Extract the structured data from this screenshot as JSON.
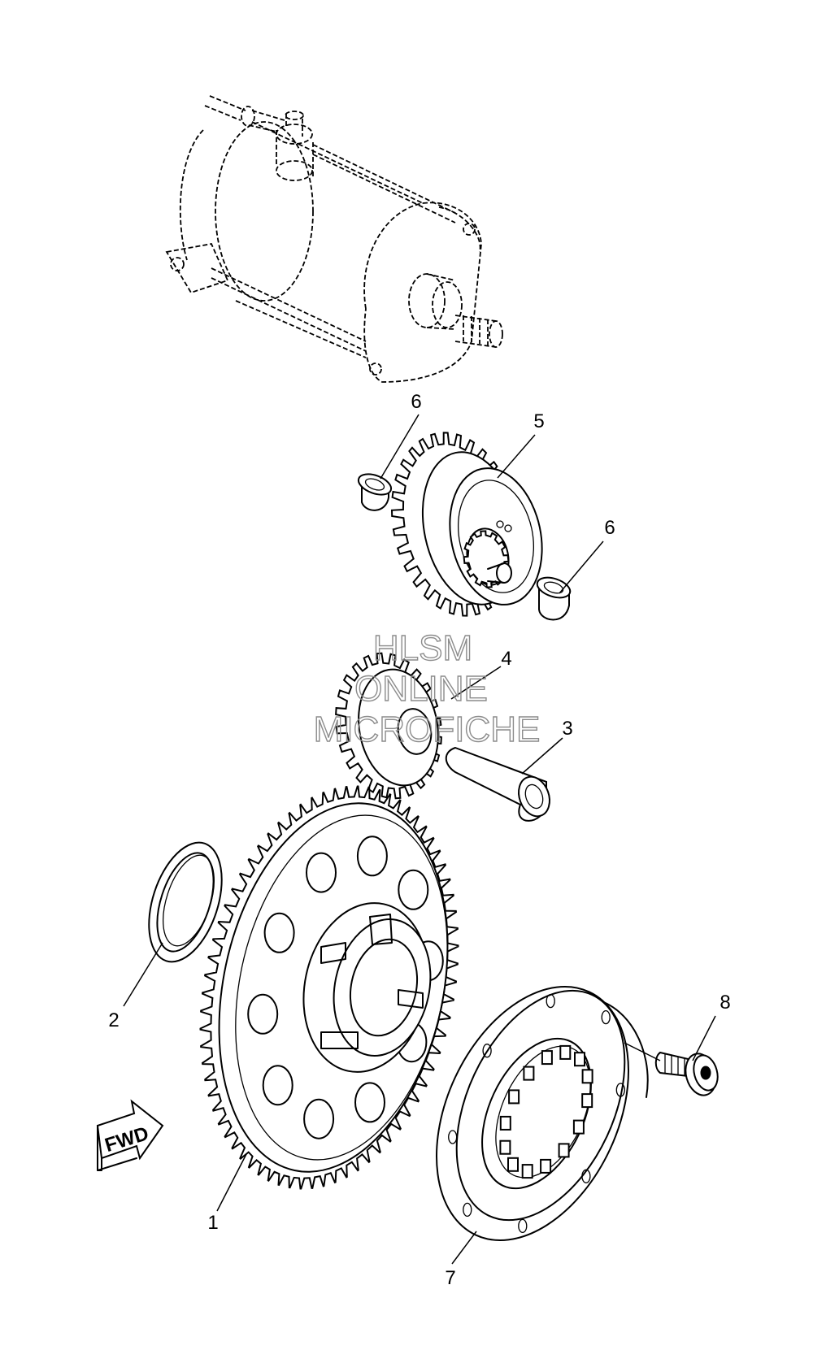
{
  "callouts": [
    {
      "id": "1",
      "label": "1"
    },
    {
      "id": "2",
      "label": "2"
    },
    {
      "id": "3",
      "label": "3"
    },
    {
      "id": "4",
      "label": "4"
    },
    {
      "id": "5",
      "label": "5"
    },
    {
      "id": "6a",
      "label": "6"
    },
    {
      "id": "6b",
      "label": "6"
    },
    {
      "id": "7",
      "label": "7"
    },
    {
      "id": "8",
      "label": "8"
    }
  ],
  "fwd_label": "FWD",
  "watermark": {
    "line1": "HLSM",
    "line2": "ONLINE",
    "line3": "MICROFICHE"
  }
}
